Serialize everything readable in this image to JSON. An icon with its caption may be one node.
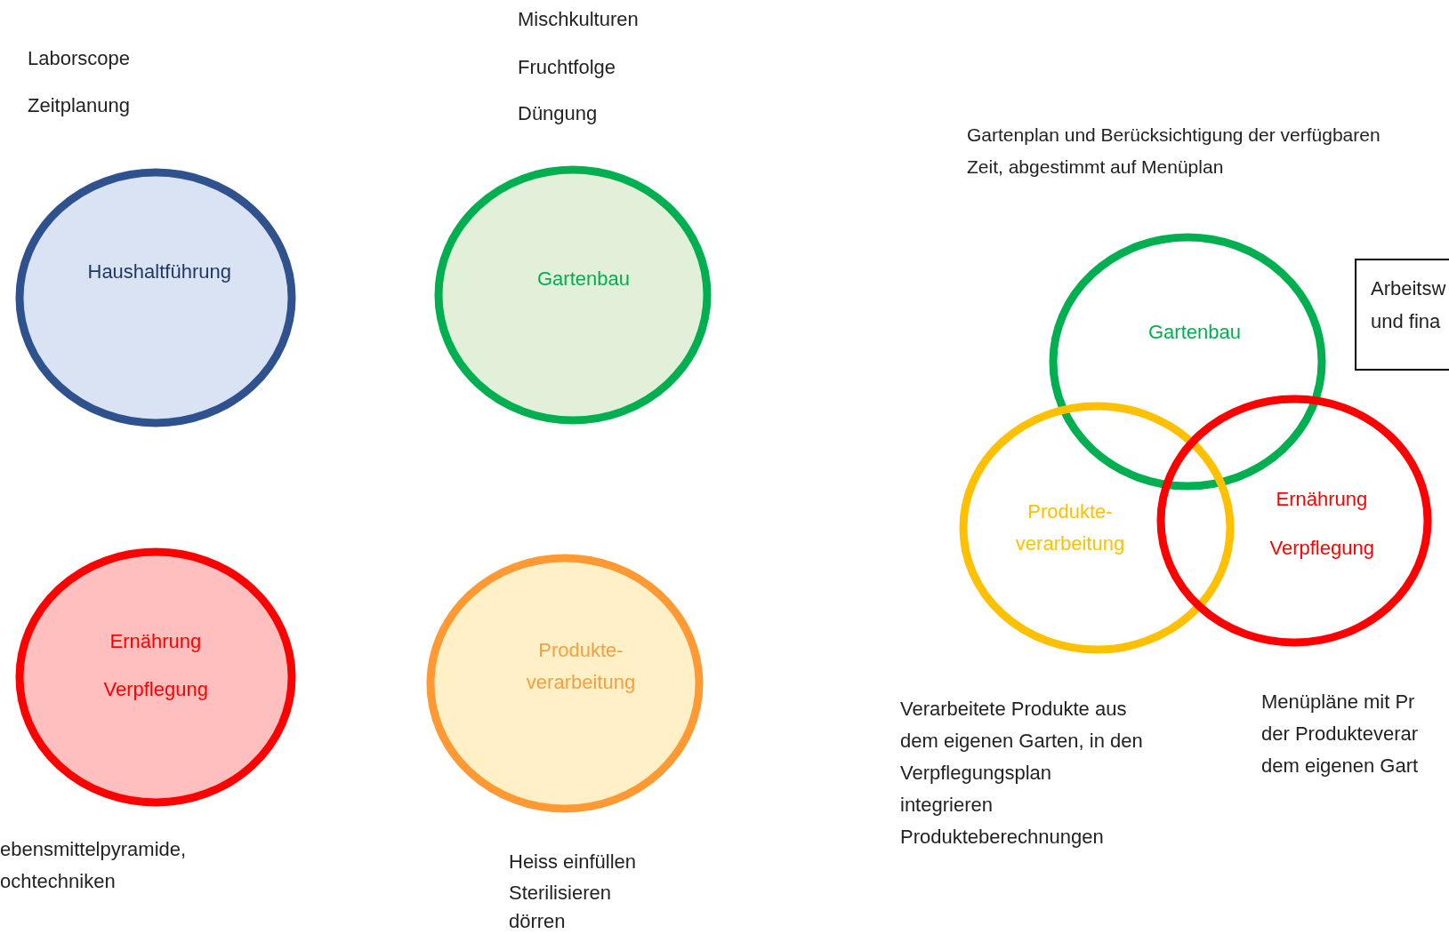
{
  "diagram": {
    "nodes": [
      {
        "text": [
          "Haushaltführung"
        ]
      },
      {
        "text": [
          "Gartenbau"
        ]
      },
      {
        "text": [
          "Ernährung",
          "Verpflegung"
        ]
      },
      {
        "text": [
          "Produkte-verarbeitung"
        ]
      },
      {
        "text": [
          "Gartenbau"
        ]
      },
      {
        "text": [
          "Produkte-verarbeitung"
        ]
      },
      {
        "text": [
          "Ernährung",
          "Verpflegung"
        ]
      },
      {
        "text": [
          "Arbeitsw",
          "und fina"
        ]
      }
    ],
    "edges": [],
    "labels": [
      "Mischkulturen",
      "Laborscope",
      "Fruchtfolge",
      "Zeitplanung",
      "Düngung",
      "Gartenplan und Berücksichtigung der verfügbaren Zeit, abgestimmt auf Menüplan",
      "Verarbeitete Produkte aus dem eigenen Garten, in den Verpflegungsplan",
      "Menüpläne mit Pr",
      "der Produkteverar",
      "integrieren",
      "dem eigenen Gart",
      "Produkteberechnungen",
      "ebensmittelpyramide, ochtechniken",
      "Heiss einfüllen",
      "Sterilisieren",
      "dörren"
    ]
  }
}
